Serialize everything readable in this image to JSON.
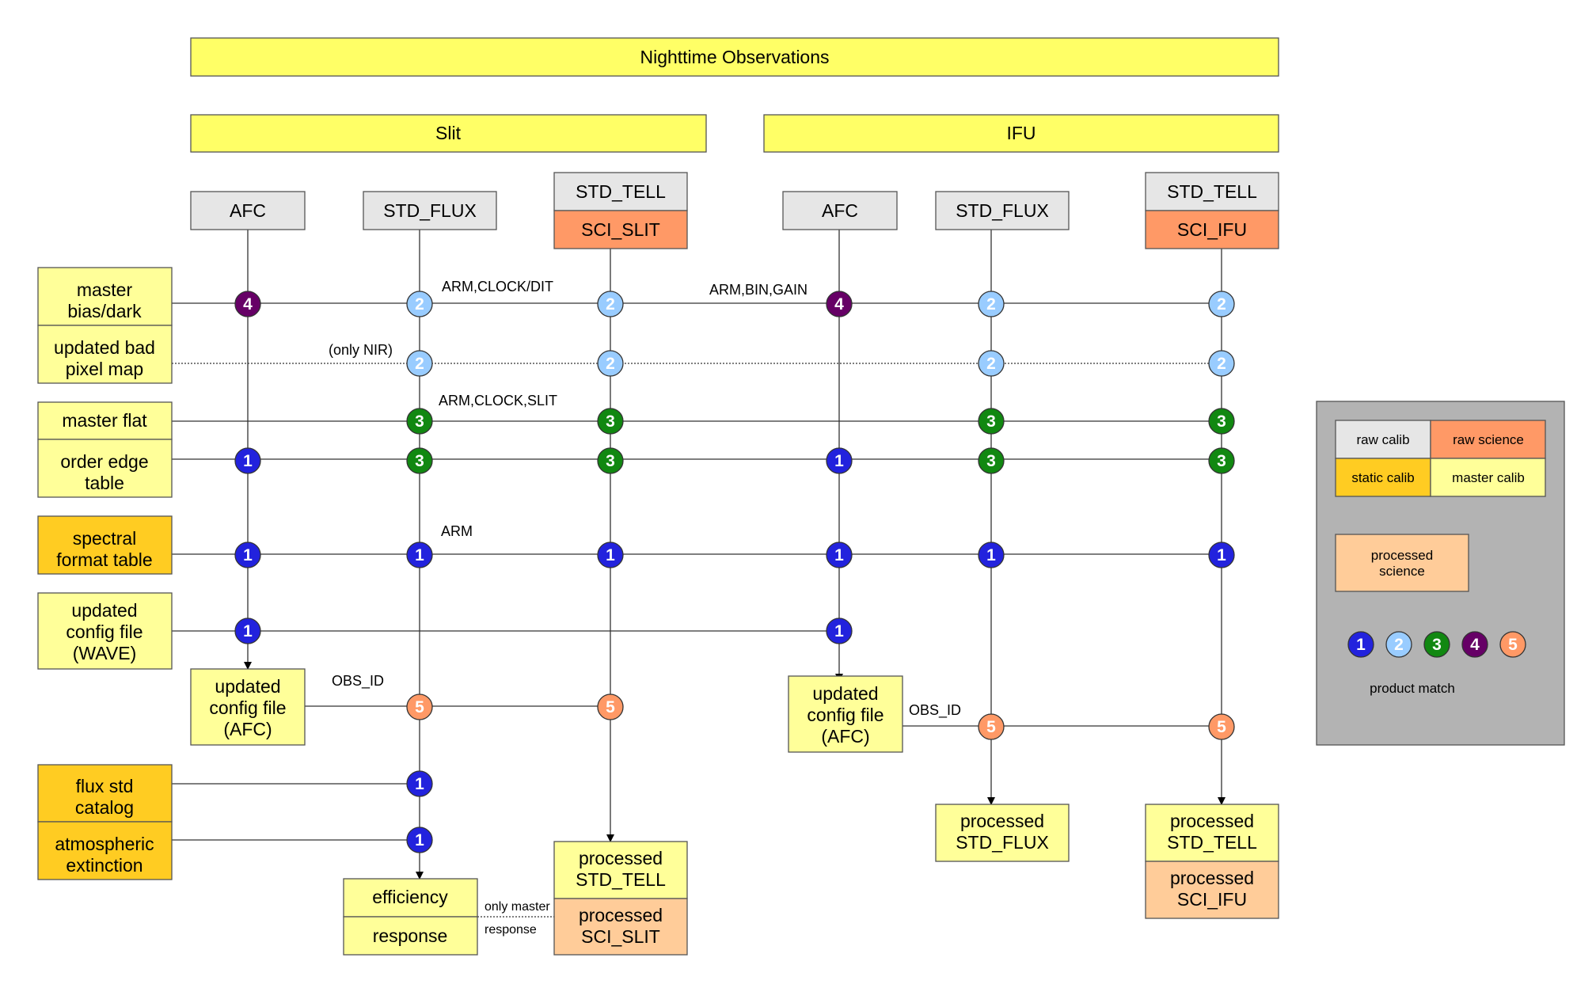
{
  "palette": {
    "header": "#ffff66",
    "raw_calib": "#e6e6e6",
    "raw_science": "#ff9966",
    "static_calib": "#ffcc22",
    "master_calib": "#ffff99",
    "processed_science": "#ffcc99",
    "legend_bg": "#b3b3b3",
    "match_1": "#2222dd",
    "match_2": "#99ccff",
    "match_3": "#118811",
    "match_4": "#660066",
    "match_5": "#ff9966"
  },
  "headers": {
    "nighttime": "Nighttime Observations",
    "slit": "Slit",
    "ifu": "IFU"
  },
  "raw_frames": {
    "slit_afc": "AFC",
    "slit_std_flux": "STD_FLUX",
    "slit_std_tell": "STD_TELL",
    "slit_sci": "SCI_SLIT",
    "ifu_afc": "AFC",
    "ifu_std_flux": "STD_FLUX",
    "ifu_std_tell": "STD_TELL",
    "ifu_sci": "SCI_IFU"
  },
  "inputs": {
    "master_bias_dark": "master\nbias/dark",
    "bad_pixel_map": "updated bad\npixel map",
    "master_flat": "master flat",
    "order_edge_table": "order edge\ntable",
    "spectral_format_table": "spectral\nformat table",
    "config_file_wave": "updated\nconfig file\n(WAVE)",
    "flux_std_catalog": "flux std\ncatalog",
    "atmospheric_extinction": "atmospheric\nextinction"
  },
  "products": {
    "slit_config_afc": "updated\nconfig file\n(AFC)",
    "ifu_config_afc": "updated\nconfig file\n(AFC)",
    "efficiency": "efficiency",
    "response": "response",
    "slit_processed_std_tell": "processed\nSTD_TELL",
    "slit_processed_sci": "processed\nSCI_SLIT",
    "ifu_processed_std_flux": "processed\nSTD_FLUX",
    "ifu_processed_std_tell": "processed\nSTD_TELL",
    "ifu_processed_sci": "processed\nSCI_IFU"
  },
  "annotations": {
    "arm_clock_dit": "ARM,CLOCK/DIT",
    "arm_bin_gain": "ARM,BIN,GAIN",
    "only_nir": "(only NIR)",
    "arm_clock_slit": "ARM,CLOCK,SLIT",
    "arm": "ARM",
    "obs_id_slit": "OBS_ID",
    "obs_id_ifu": "OBS_ID",
    "only_master": "only master",
    "response_note": "response"
  },
  "legend": {
    "raw_calib": "raw calib",
    "raw_science": "raw science",
    "static_calib": "static calib",
    "master_calib": "master calib",
    "processed_science": "processed\nscience",
    "product_match": "product match",
    "match_numbers": [
      "1",
      "2",
      "3",
      "4",
      "5"
    ]
  },
  "match_markers": [
    {
      "row": "bias",
      "col": "slit_afc",
      "n": "4"
    },
    {
      "row": "bias",
      "col": "slit_std_flux",
      "n": "2"
    },
    {
      "row": "bias",
      "col": "slit_std_tell",
      "n": "2"
    },
    {
      "row": "bias",
      "col": "ifu_afc",
      "n": "4"
    },
    {
      "row": "bias",
      "col": "ifu_std_flux",
      "n": "2"
    },
    {
      "row": "bias",
      "col": "ifu_std_tell",
      "n": "2"
    },
    {
      "row": "bpm",
      "col": "slit_std_flux",
      "n": "2"
    },
    {
      "row": "bpm",
      "col": "slit_std_tell",
      "n": "2"
    },
    {
      "row": "bpm",
      "col": "ifu_std_flux",
      "n": "2"
    },
    {
      "row": "bpm",
      "col": "ifu_std_tell",
      "n": "2"
    },
    {
      "row": "flat",
      "col": "slit_std_flux",
      "n": "3"
    },
    {
      "row": "flat",
      "col": "slit_std_tell",
      "n": "3"
    },
    {
      "row": "flat",
      "col": "ifu_std_flux",
      "n": "3"
    },
    {
      "row": "flat",
      "col": "ifu_std_tell",
      "n": "3"
    },
    {
      "row": "order",
      "col": "slit_afc",
      "n": "1"
    },
    {
      "row": "order",
      "col": "slit_std_flux",
      "n": "3"
    },
    {
      "row": "order",
      "col": "slit_std_tell",
      "n": "3"
    },
    {
      "row": "order",
      "col": "ifu_afc",
      "n": "1"
    },
    {
      "row": "order",
      "col": "ifu_std_flux",
      "n": "3"
    },
    {
      "row": "order",
      "col": "ifu_std_tell",
      "n": "3"
    },
    {
      "row": "spec",
      "col": "slit_afc",
      "n": "1"
    },
    {
      "row": "spec",
      "col": "slit_std_flux",
      "n": "1"
    },
    {
      "row": "spec",
      "col": "slit_std_tell",
      "n": "1"
    },
    {
      "row": "spec",
      "col": "ifu_afc",
      "n": "1"
    },
    {
      "row": "spec",
      "col": "ifu_std_flux",
      "n": "1"
    },
    {
      "row": "spec",
      "col": "ifu_std_tell",
      "n": "1"
    },
    {
      "row": "wave",
      "col": "slit_afc",
      "n": "1"
    },
    {
      "row": "wave",
      "col": "ifu_afc",
      "n": "1"
    },
    {
      "row": "afc_slit",
      "col": "slit_std_flux",
      "n": "5"
    },
    {
      "row": "afc_slit",
      "col": "slit_std_tell",
      "n": "5"
    },
    {
      "row": "afc_ifu",
      "col": "ifu_std_flux",
      "n": "5"
    },
    {
      "row": "afc_ifu",
      "col": "ifu_std_tell",
      "n": "5"
    },
    {
      "row": "fluxcat",
      "col": "slit_std_flux",
      "n": "1"
    },
    {
      "row": "atmext",
      "col": "slit_std_flux",
      "n": "1"
    }
  ]
}
